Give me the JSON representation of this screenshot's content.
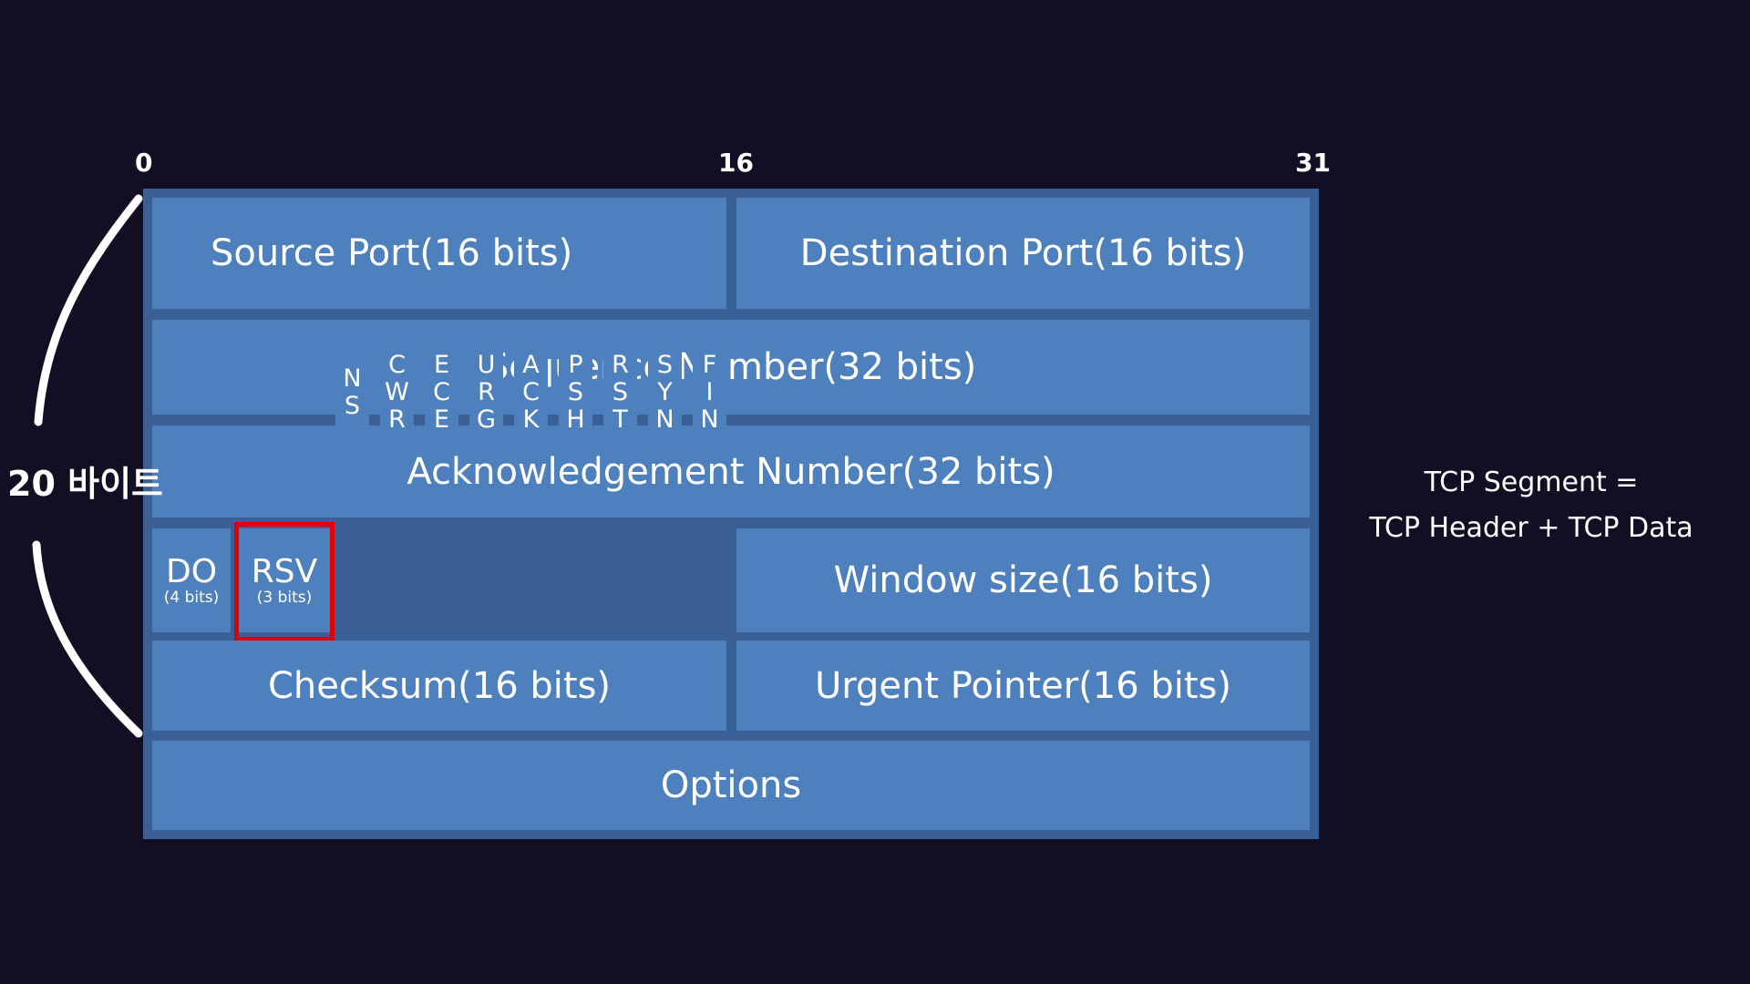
{
  "bit_markers": {
    "start": "0",
    "middle": "16",
    "end": "31"
  },
  "header": {
    "source_port": "Source Port(16 bits)",
    "destination_port": "Destination Port(16 bits)",
    "sequence_number": "Sequence Number(32 bits)",
    "acknowledgement_number": "Acknowledgement Number(32 bits)",
    "data_offset": {
      "label": "DO",
      "size": "(4 bits)"
    },
    "reserved": {
      "label": "RSV",
      "size": "(3 bits)"
    },
    "flags": [
      {
        "name": "NS",
        "letters": [
          "N",
          "S"
        ]
      },
      {
        "name": "CWR",
        "letters": [
          "C",
          "W",
          "R"
        ]
      },
      {
        "name": "ECE",
        "letters": [
          "E",
          "C",
          "E"
        ]
      },
      {
        "name": "URG",
        "letters": [
          "U",
          "R",
          "G"
        ]
      },
      {
        "name": "ACK",
        "letters": [
          "A",
          "C",
          "K"
        ]
      },
      {
        "name": "PSH",
        "letters": [
          "P",
          "S",
          "H"
        ]
      },
      {
        "name": "RST",
        "letters": [
          "R",
          "S",
          "T"
        ]
      },
      {
        "name": "SYN",
        "letters": [
          "S",
          "Y",
          "N"
        ]
      },
      {
        "name": "FIN",
        "letters": [
          "F",
          "I",
          "N"
        ]
      }
    ],
    "window_size": "Window size(16 bits)",
    "checksum": "Checksum(16 bits)",
    "urgent_pointer": "Urgent Pointer(16 bits)",
    "options": "Options"
  },
  "side_label": "20 바이트",
  "note": {
    "line1": "TCP Segment =",
    "line2": "TCP Header + TCP Data"
  },
  "colors": {
    "background": "#120f24",
    "cell": "#4e80bd",
    "frame": "#3a5f94",
    "highlight": "#e00000"
  }
}
